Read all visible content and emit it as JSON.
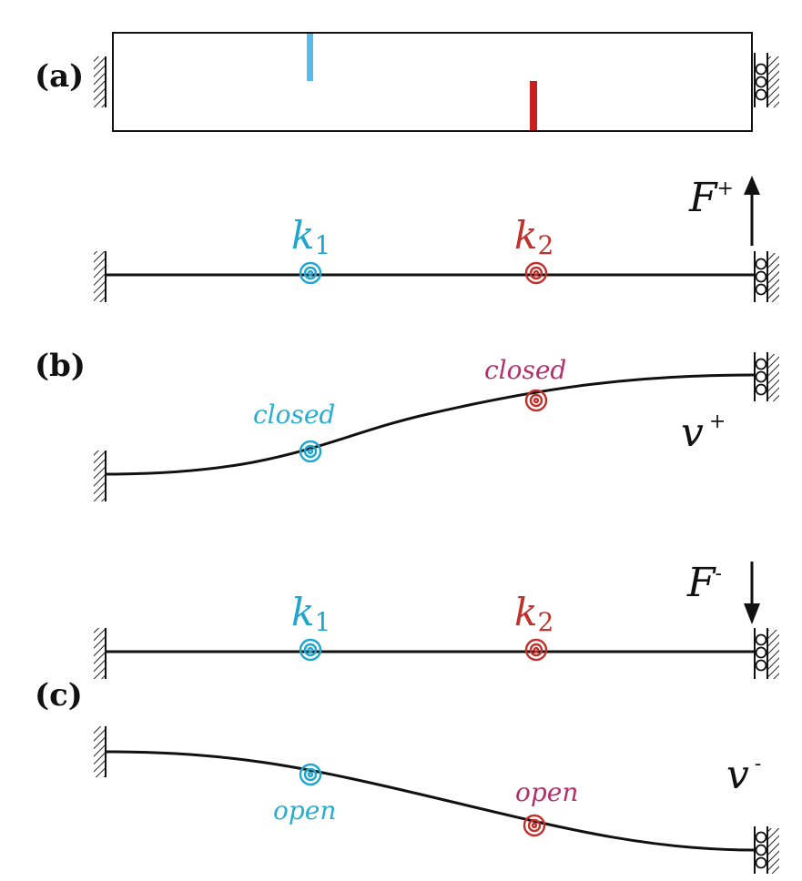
{
  "panels": {
    "a": "(a)",
    "b": "(b)",
    "c": "(c)"
  },
  "springs": {
    "k1_base": "k",
    "k1_sub": "1",
    "k2_base": "k",
    "k2_sub": "2"
  },
  "states": {
    "closed_1": "closed",
    "closed_2": "closed",
    "open_1": "open",
    "open_2": "open"
  },
  "forces": {
    "pos_base": "F",
    "pos_sup": "+",
    "neg_base": "F",
    "neg_sup": "-"
  },
  "displacements": {
    "pos_base": "v",
    "pos_sup": "+",
    "neg_base": "v",
    "neg_sup": "-"
  },
  "colors": {
    "crack1": "#5bbbe8",
    "crack2": "#c8201e",
    "spring1": "#1fa6cf",
    "spring2": "#c0312c",
    "closed1_text": "#2aaed0",
    "closed2_text": "#b52f6e",
    "open1_text": "#2aaed0",
    "open2_text": "#b52f6e",
    "beam": "#111111"
  }
}
